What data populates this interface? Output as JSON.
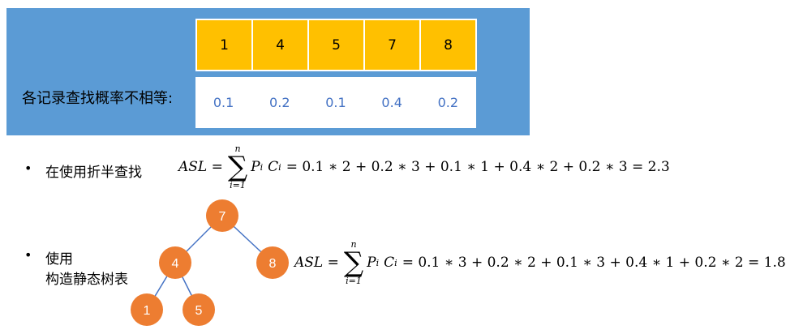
{
  "keys": [
    "1",
    "4",
    "5",
    "7",
    "8"
  ],
  "probabilities": [
    "0.1",
    "0.2",
    "0.1",
    "0.4",
    "0.2"
  ],
  "prob_label": "各记录查找概率不相等:",
  "bullet_symbol": "•",
  "section1": {
    "label": "在使用折半查找",
    "lhs": "ASL",
    "sigma_top": "n",
    "sigma_bottom": "i=1",
    "p_term": "P",
    "c_term": "C",
    "sub_i": "i",
    "rhs": "= 0.1 ∗ 2 + 0.2 ∗ 3 + 0.1 ∗ 1 + 0.4 ∗ 2 + 0.2 ∗ 3 = 2.3"
  },
  "section2": {
    "label_line1": "使用",
    "label_line2": "构造静态树表",
    "lhs": "ASL",
    "sigma_top": "n",
    "sigma_bottom": "i=1",
    "p_term": "P",
    "c_term": "C",
    "sub_i": "i",
    "rhs": "= 0.1 ∗ 3 + 0.2 ∗ 2 + 0.1 ∗ 3 + 0.4 ∗ 1 + 0.2 ∗ 2 = 1.8"
  },
  "tree": {
    "root": "7",
    "left": "4",
    "right": "8",
    "left_left": "1",
    "left_right": "5",
    "node_color": "#ed7d31",
    "edge_color": "#4472c4"
  },
  "colors": {
    "panel": "#5b9bd5",
    "key_cell": "#ffc000",
    "prob_text": "#4472c4"
  }
}
